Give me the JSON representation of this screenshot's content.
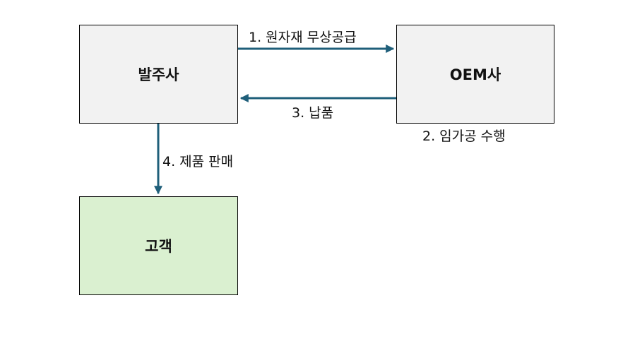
{
  "nodes": {
    "orderer": "발주사",
    "oem": "OEM사",
    "customer": "고객"
  },
  "edges": {
    "step1": "1. 원자재 무상공급",
    "step2": "2. 임가공 수행",
    "step3": "3. 납품",
    "step4": "4. 제품 판매"
  },
  "colors": {
    "arrow": "#1f5f7a",
    "box_default": "#f2f2f2",
    "box_customer": "#daf0d0"
  }
}
